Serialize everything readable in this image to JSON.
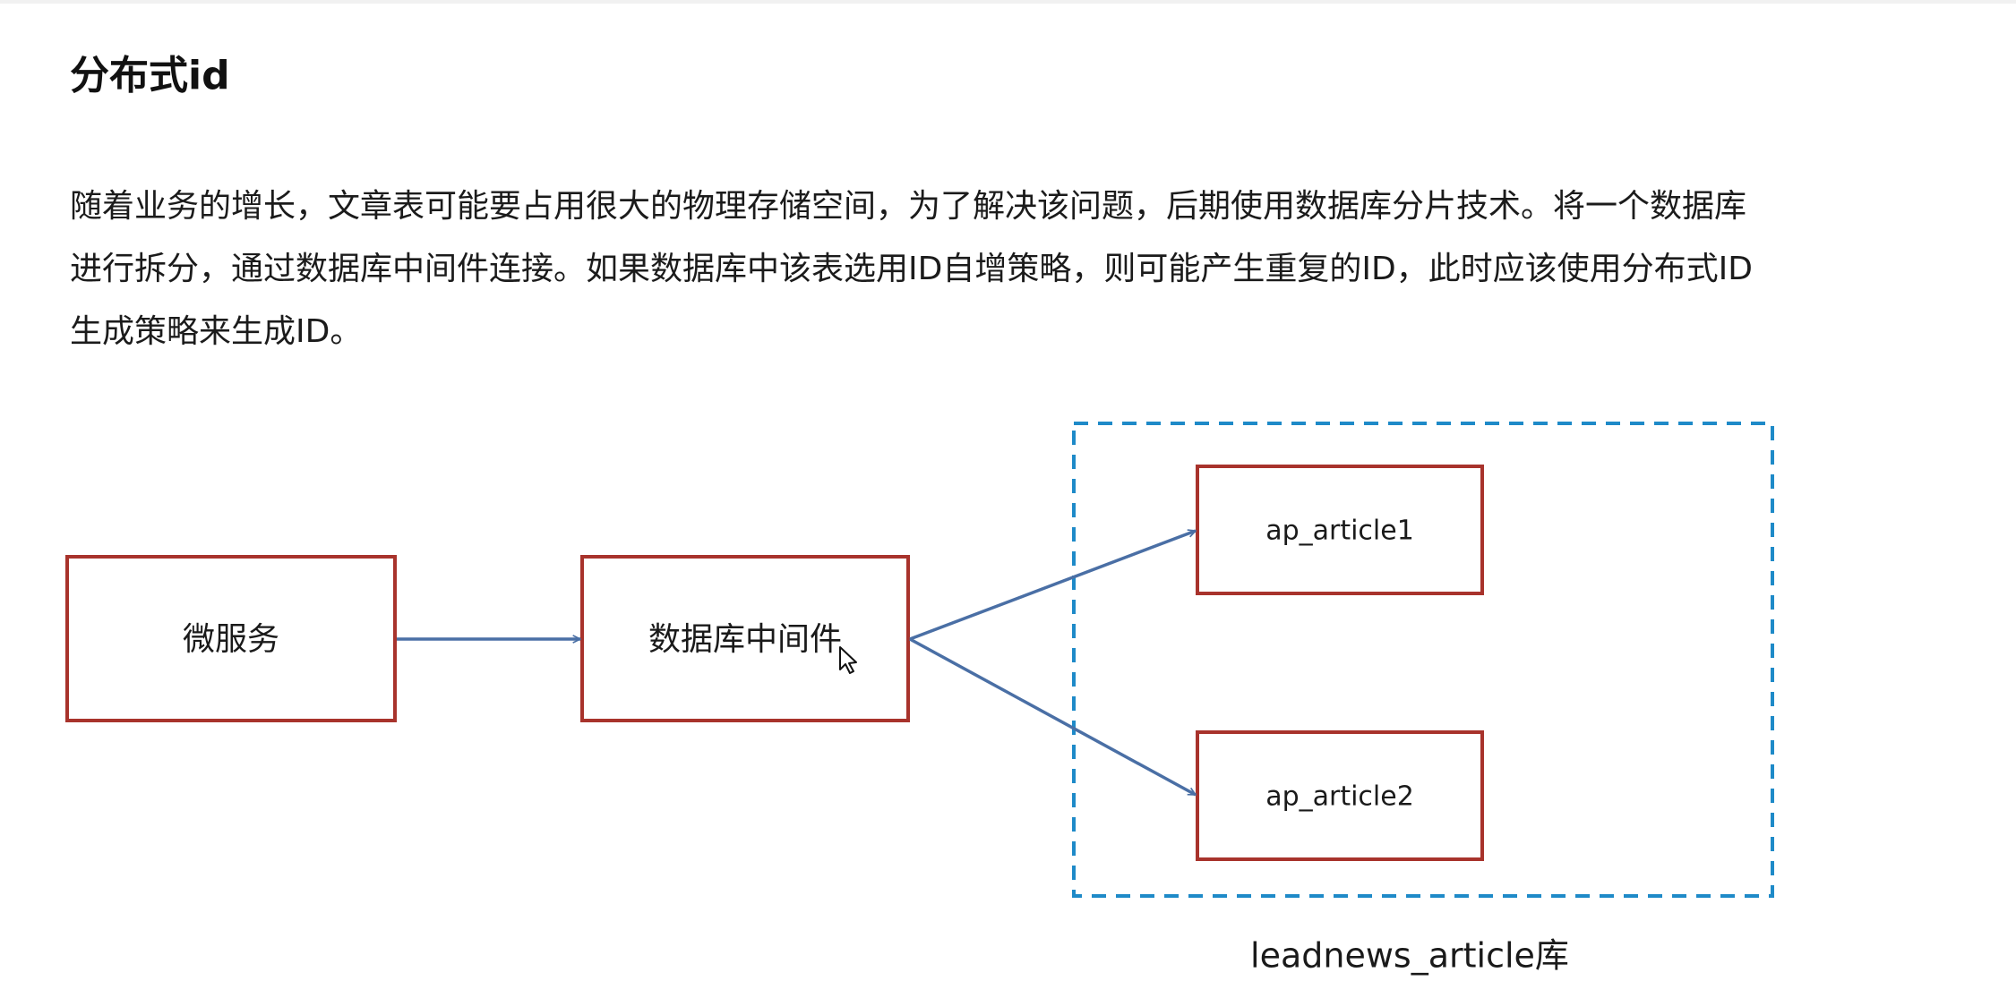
{
  "heading": "分布式id",
  "paragraph": {
    "lines": [
      "随着业务的增长，文章表可能要占用很大的物理存储空间，为了解决该问题，后期使用数据库分片技术。将一个数据库",
      "进行拆分，通过数据库中间件连接。如果数据库中该表选用ID自增策略，则可能产生重复的ID，此时应该使用分布式ID",
      "生成策略来生成ID。"
    ]
  },
  "diagram": {
    "nodes": {
      "microservice": "微服务",
      "middleware": "数据库中间件",
      "article1": "ap_article1",
      "article2": "ap_article2"
    },
    "group_label": "leadnews_article库",
    "colors": {
      "box_border": "#a8332c",
      "arrow": "#4a6fa5",
      "group_border": "#1e8ac8"
    }
  }
}
